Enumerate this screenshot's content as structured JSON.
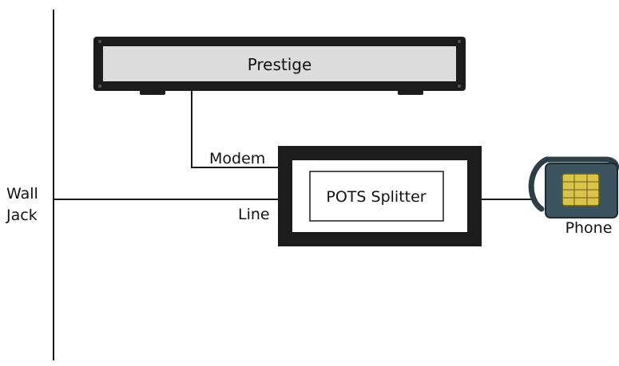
{
  "diagram": {
    "device_label": "Prestige",
    "splitter_label": "POTS Splitter",
    "modem_port_label": "Modem",
    "line_port_label": "Line",
    "wall_jack_label_line1": "Wall",
    "wall_jack_label_line2": "Jack",
    "phone_label": "Phone",
    "colors": {
      "line": "#1a1a1a",
      "device_body": "#1c1c1c",
      "device_panel": "#dcdcdc",
      "phone_body": "#3a5560",
      "phone_keypad": "#d9c34a"
    },
    "icons": {
      "device": "router-icon",
      "phone": "telephone-icon"
    }
  }
}
